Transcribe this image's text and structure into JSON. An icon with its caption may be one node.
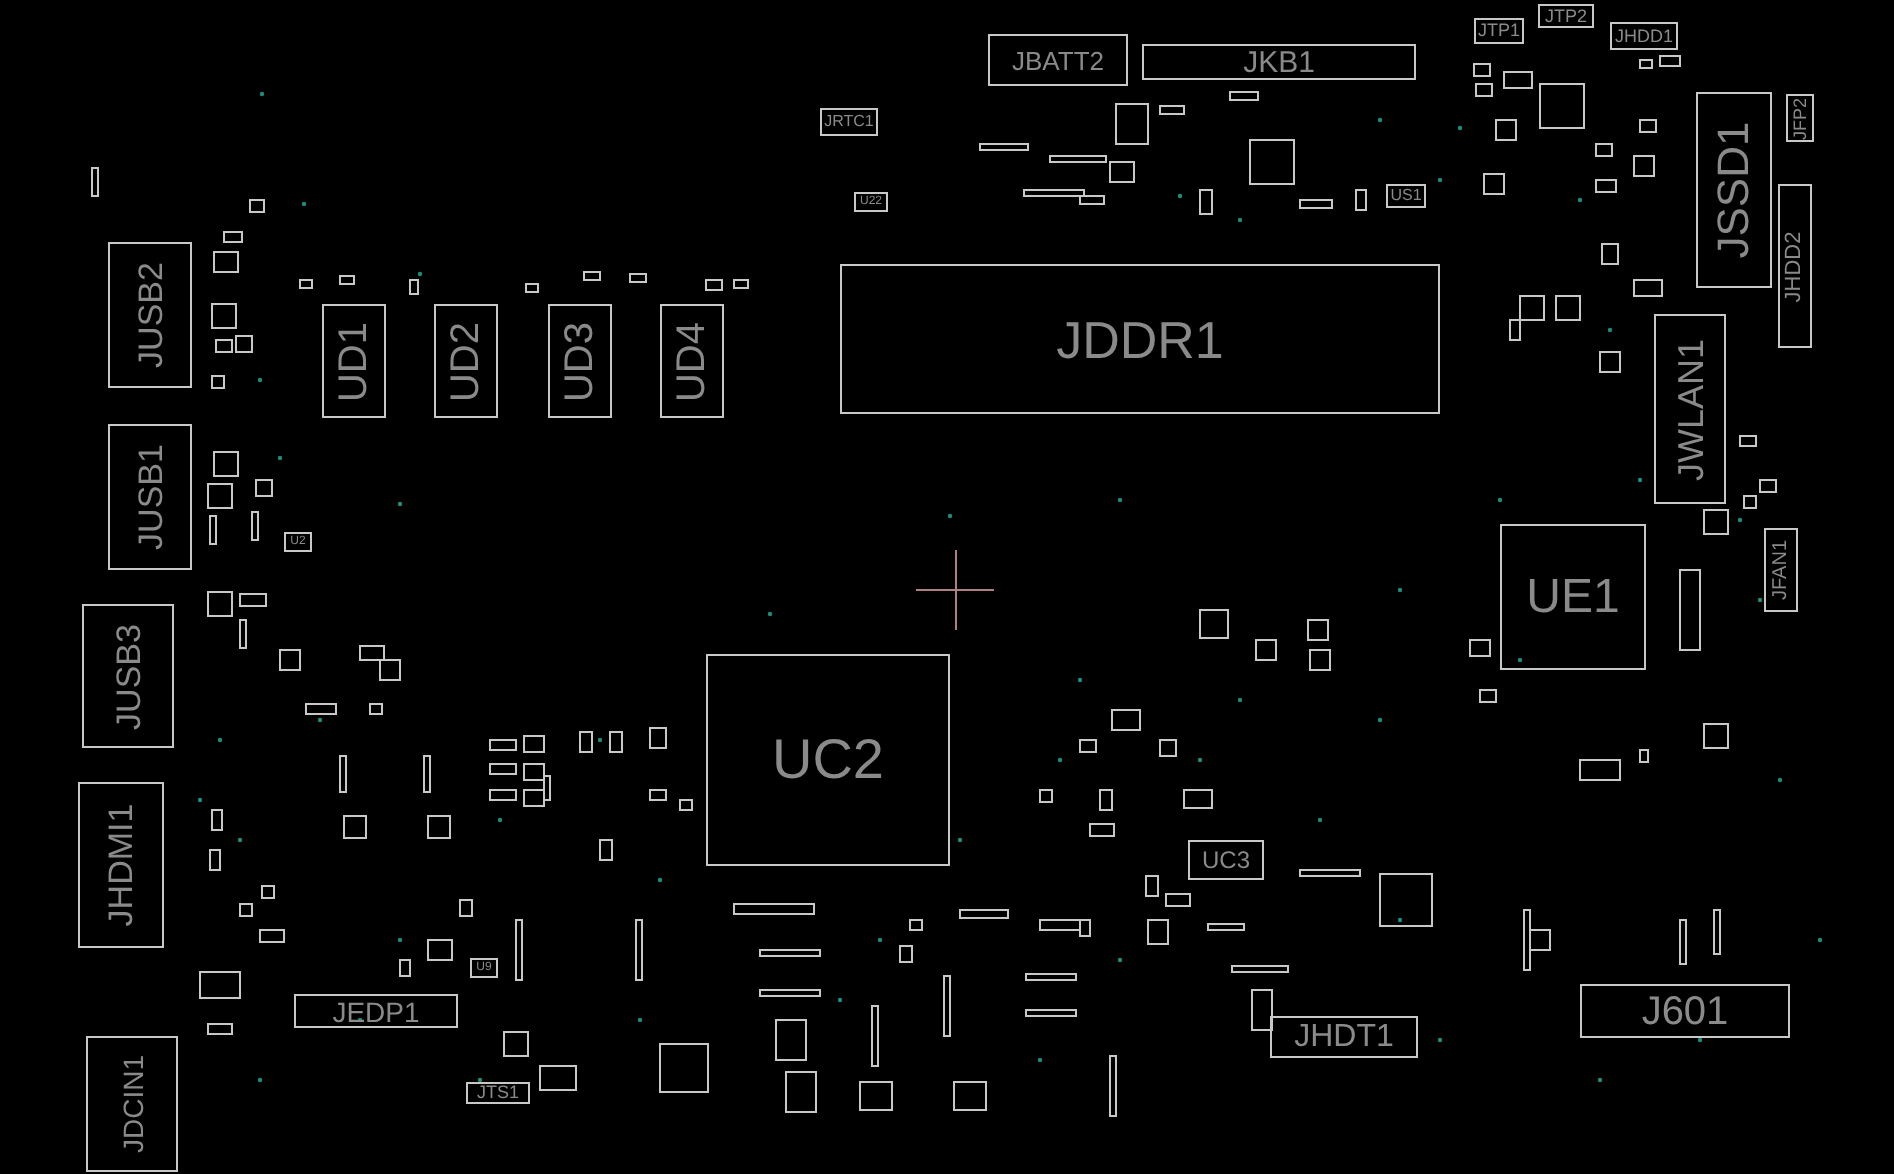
{
  "diagram": {
    "nodes": [
      {
        "text": [
          "JTP2"
        ]
      },
      {
        "text": [
          "JTP1"
        ]
      },
      {
        "text": [
          "JHDD1"
        ]
      },
      {
        "text": [
          "JBATT2"
        ]
      },
      {
        "text": [
          "JKB1"
        ]
      },
      {
        "text": [
          "JSSD1"
        ]
      },
      {
        "text": [
          "JFP2"
        ]
      },
      {
        "text": [
          "JRTC1"
        ]
      },
      {
        "text": [
          "US1"
        ]
      },
      {
        "text": [
          "U22"
        ]
      },
      {
        "text": [
          "JHDD2"
        ]
      },
      {
        "text": [
          "JUSB2"
        ]
      },
      {
        "text": [
          "JDDR1"
        ]
      },
      {
        "text": [
          "UD1"
        ]
      },
      {
        "text": [
          "UD2"
        ]
      },
      {
        "text": [
          "UD3"
        ]
      },
      {
        "text": [
          "UD4"
        ]
      },
      {
        "text": [
          "JWLAN1"
        ]
      },
      {
        "text": [
          "JUSB1"
        ]
      },
      {
        "text": [
          "UE1"
        ]
      },
      {
        "text": [
          "JFAN1"
        ]
      },
      {
        "text": [
          "U2"
        ]
      },
      {
        "text": [
          "JUSB3"
        ]
      },
      {
        "text": [
          "UC2"
        ]
      },
      {
        "text": [
          "JHDMI1"
        ]
      },
      {
        "text": [
          "UC3"
        ]
      },
      {
        "text": [
          "U9"
        ]
      },
      {
        "text": [
          "J601"
        ]
      },
      {
        "text": [
          "JEDP1"
        ]
      },
      {
        "text": [
          "JHDT1"
        ]
      },
      {
        "text": [
          "JDCIN1"
        ]
      },
      {
        "text": [
          "JTS1"
        ]
      }
    ]
  }
}
